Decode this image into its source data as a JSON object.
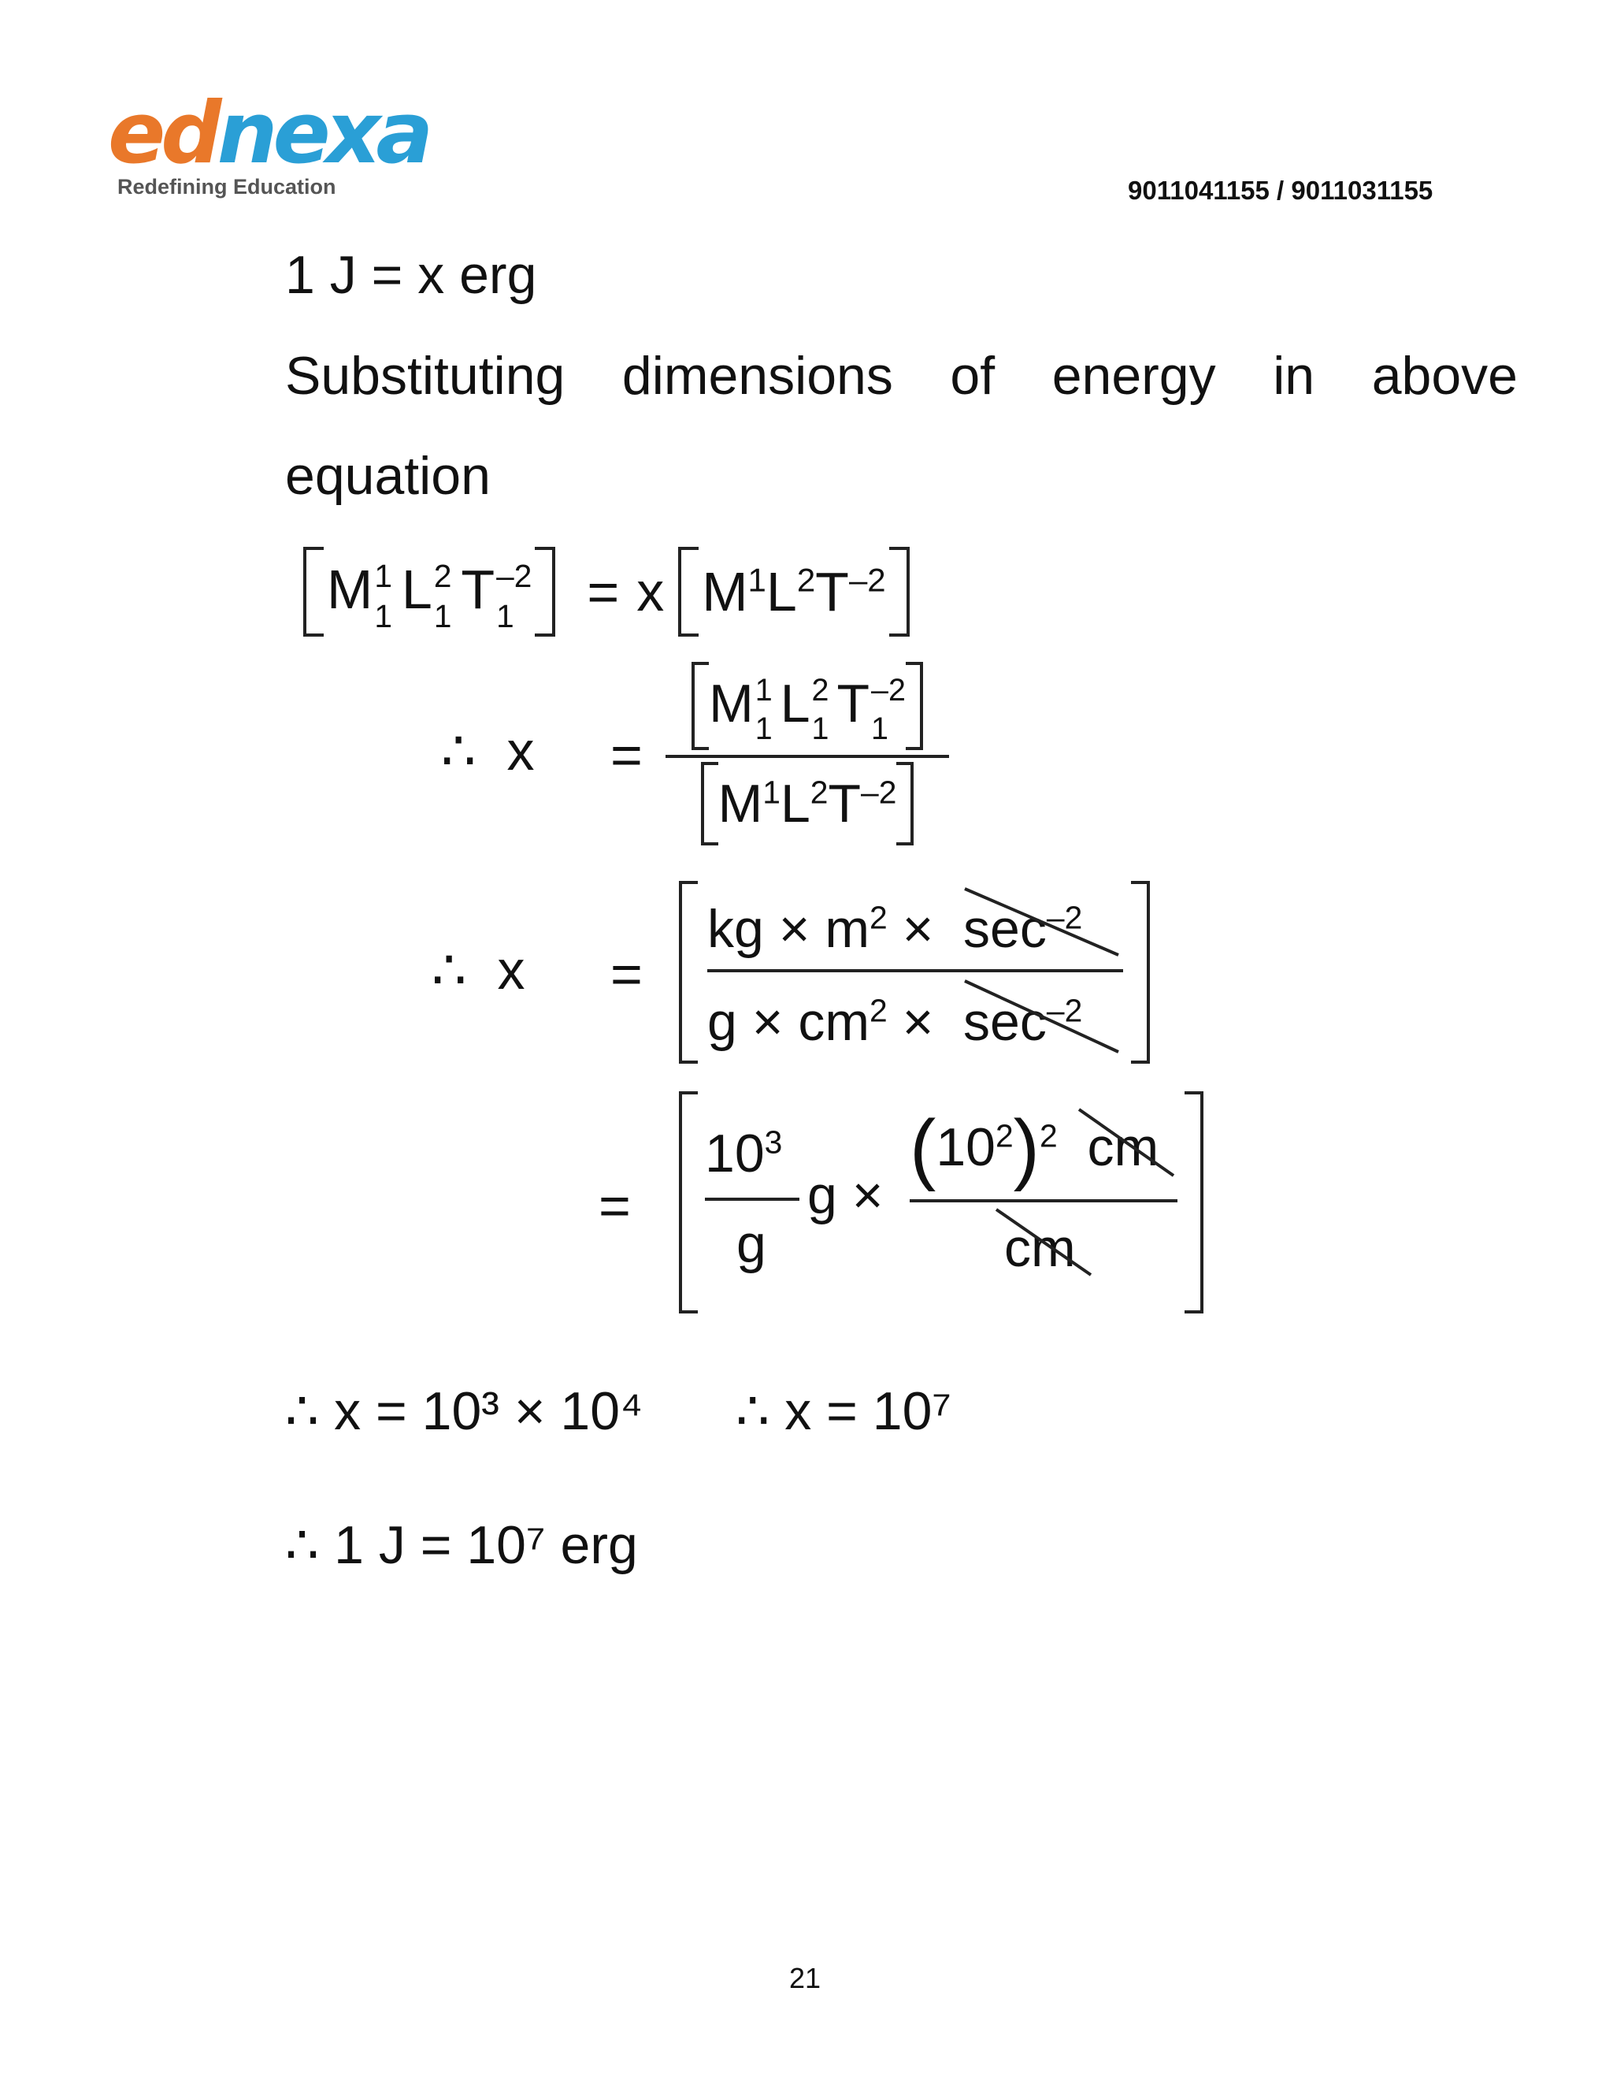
{
  "header": {
    "logo_part1": "ed",
    "logo_part2": "nexa",
    "tagline": "Redefining Education",
    "phone": "9011041155 / 9011031155",
    "colors": {
      "logo_orange": "#e9782a",
      "logo_blue": "#2a9fd6"
    }
  },
  "content": {
    "line1": "1 J = x erg",
    "para_words": [
      "Substituting",
      "dimensions",
      "of",
      "energy",
      "in",
      "above"
    ],
    "para_line2": "equation",
    "eq1": {
      "lhs": "M L T (with subscripts 1)",
      "rhs": "x [M¹L²T⁻²]"
    },
    "therefore": "∴",
    "var_x": "x",
    "equals": "=",
    "units": {
      "num": "kg × m² × sec⁻²",
      "den": "g × cm² × sec⁻²"
    },
    "step3": {
      "pow": "10³",
      "g": "g",
      "inner": "(10²)² cm",
      "den": "cm"
    },
    "result1": "∴ x = 10³ × 10⁴",
    "result2": "∴ x = 10⁷",
    "final": "∴ 1 J = 10⁷ erg"
  },
  "footer": {
    "page_number": "21"
  }
}
